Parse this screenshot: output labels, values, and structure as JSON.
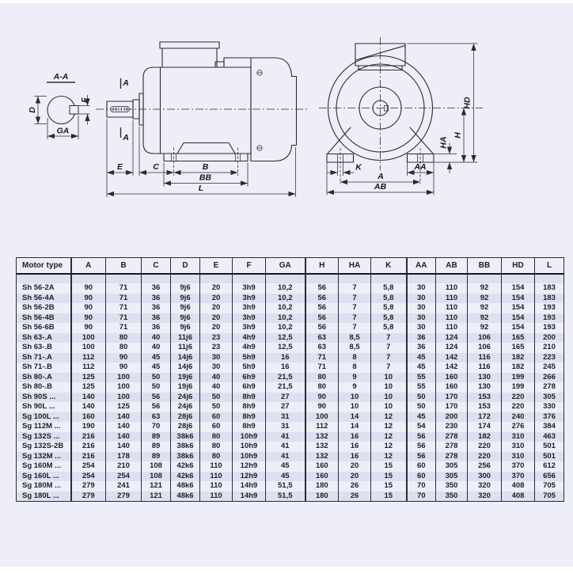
{
  "colors": {
    "page_background": "#edeef7",
    "row_stripe": "#dce0ef",
    "line_color": "#2a2a33",
    "text_color": "#1e1e28"
  },
  "drawing": {
    "section": {
      "title": "A-A",
      "d": "D",
      "ga": "GA",
      "f": "F"
    },
    "side": {
      "cut_a_top": "A",
      "cut_a_bottom": "A",
      "e": "E",
      "c": "C",
      "b": "B",
      "bb": "BB",
      "l": "L"
    },
    "front": {
      "k": "K",
      "aa": "AA",
      "a": "A",
      "ab": "AB",
      "ha": "HA",
      "h": "H",
      "hd": "HD"
    }
  },
  "table": {
    "headers": [
      "Motor type",
      "A",
      "B",
      "C",
      "D",
      "E",
      "F",
      "GA",
      "H",
      "HA",
      "K",
      "AA",
      "AB",
      "BB",
      "HD",
      "L"
    ],
    "rows": [
      [
        "Sh 56-2A",
        "90",
        "71",
        "36",
        "9j6",
        "20",
        "3h9",
        "10,2",
        "56",
        "7",
        "5,8",
        "30",
        "110",
        "92",
        "154",
        "183"
      ],
      [
        "Sh 56-4A",
        "90",
        "71",
        "36",
        "9j6",
        "20",
        "3h9",
        "10,2",
        "56",
        "7",
        "5,8",
        "30",
        "110",
        "92",
        "154",
        "183"
      ],
      [
        "Sh 56-2B",
        "90",
        "71",
        "36",
        "9j6",
        "20",
        "3h9",
        "10,2",
        "56",
        "7",
        "5,8",
        "30",
        "110",
        "92",
        "154",
        "193"
      ],
      [
        "Sh 56-4B",
        "90",
        "71",
        "36",
        "9j6",
        "20",
        "3h9",
        "10,2",
        "56",
        "7",
        "5,8",
        "30",
        "110",
        "92",
        "154",
        "193"
      ],
      [
        "Sh 56-6B",
        "90",
        "71",
        "36",
        "9j6",
        "20",
        "3h9",
        "10,2",
        "56",
        "7",
        "5,8",
        "30",
        "110",
        "92",
        "154",
        "193"
      ],
      [
        "Sh 63-.A",
        "100",
        "80",
        "40",
        "11j6",
        "23",
        "4h9",
        "12,5",
        "63",
        "8,5",
        "7",
        "36",
        "124",
        "106",
        "165",
        "200"
      ],
      [
        "Sh 63-.B",
        "100",
        "80",
        "40",
        "11j6",
        "23",
        "4h9",
        "12,5",
        "63",
        "8,5",
        "7",
        "36",
        "124",
        "106",
        "165",
        "210"
      ],
      [
        "Sh 71-.A",
        "112",
        "90",
        "45",
        "14j6",
        "30",
        "5h9",
        "16",
        "71",
        "8",
        "7",
        "45",
        "142",
        "116",
        "182",
        "223"
      ],
      [
        "Sh 71-.B",
        "112",
        "90",
        "45",
        "14j6",
        "30",
        "5h9",
        "16",
        "71",
        "8",
        "7",
        "45",
        "142",
        "116",
        "182",
        "245"
      ],
      [
        "Sh 80-.A",
        "125",
        "100",
        "50",
        "19j6",
        "40",
        "6h9",
        "21,5",
        "80",
        "9",
        "10",
        "55",
        "160",
        "130",
        "199",
        "266"
      ],
      [
        "Sh 80-.B",
        "125",
        "100",
        "50",
        "19j6",
        "40",
        "6h9",
        "21,5",
        "80",
        "9",
        "10",
        "55",
        "160",
        "130",
        "199",
        "278"
      ],
      [
        "Sh 90S ...",
        "140",
        "100",
        "56",
        "24j6",
        "50",
        "8h9",
        "27",
        "90",
        "10",
        "10",
        "50",
        "170",
        "153",
        "220",
        "305"
      ],
      [
        "Sh 90L ...",
        "140",
        "125",
        "56",
        "24j6",
        "50",
        "8h9",
        "27",
        "90",
        "10",
        "10",
        "50",
        "170",
        "153",
        "220",
        "330"
      ],
      [
        "Sg 100L ...",
        "160",
        "140",
        "63",
        "28j6",
        "60",
        "8h9",
        "31",
        "100",
        "14",
        "12",
        "45",
        "200",
        "172",
        "240",
        "376"
      ],
      [
        "Sg 112M ...",
        "190",
        "140",
        "70",
        "28j6",
        "60",
        "8h9",
        "31",
        "112",
        "14",
        "12",
        "54",
        "230",
        "174",
        "276",
        "384"
      ],
      [
        "Sg 132S ...",
        "216",
        "140",
        "89",
        "38k6",
        "80",
        "10h9",
        "41",
        "132",
        "16",
        "12",
        "56",
        "278",
        "182",
        "310",
        "463"
      ],
      [
        "Sg 132S-2B",
        "216",
        "140",
        "89",
        "38k6",
        "80",
        "10h9",
        "41",
        "132",
        "16",
        "12",
        "56",
        "278",
        "220",
        "310",
        "501"
      ],
      [
        "Sg 132M ...",
        "216",
        "178",
        "89",
        "38k6",
        "80",
        "10h9",
        "41",
        "132",
        "16",
        "12",
        "56",
        "278",
        "220",
        "310",
        "501"
      ],
      [
        "Sg 160M ...",
        "254",
        "210",
        "108",
        "42k6",
        "110",
        "12h9",
        "45",
        "160",
        "20",
        "15",
        "60",
        "305",
        "256",
        "370",
        "612"
      ],
      [
        "Sg 160L ...",
        "254",
        "254",
        "108",
        "42k6",
        "110",
        "12h9",
        "45",
        "160",
        "20",
        "15",
        "60",
        "305",
        "300",
        "370",
        "656"
      ],
      [
        "Sg 180M ...",
        "279",
        "241",
        "121",
        "48k6",
        "110",
        "14h9",
        "51,5",
        "180",
        "26",
        "15",
        "70",
        "350",
        "320",
        "408",
        "705"
      ],
      [
        "Sg 180L ...",
        "279",
        "279",
        "121",
        "48k6",
        "110",
        "14h9",
        "51,5",
        "180",
        "26",
        "15",
        "70",
        "350",
        "320",
        "408",
        "705"
      ]
    ]
  }
}
